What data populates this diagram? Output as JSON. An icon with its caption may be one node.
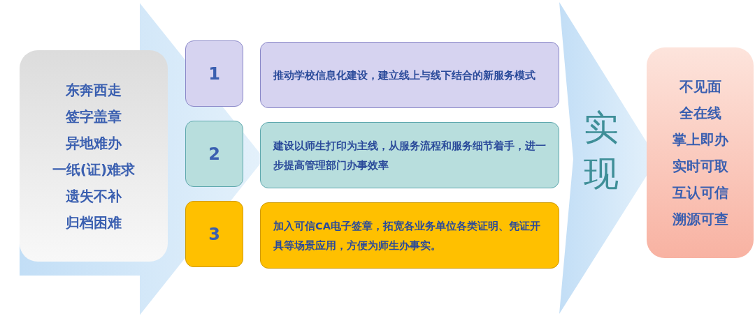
{
  "diagram": {
    "nodes": [
      {
        "text": [
          "东奔西走",
          "签字盖章",
          "异地难办",
          "一纸(证)难求",
          "遗失不补",
          "归档困难"
        ]
      },
      {
        "text": [
          "1"
        ]
      },
      {
        "text": [
          "推动学校信息化建设，建立线上与线下结合的新服务模式"
        ]
      },
      {
        "text": [
          "2"
        ]
      },
      {
        "text": [
          "建设以师生打印为主线，从服务流程和服务细节着手，进一步提高管理部门办事效率"
        ]
      },
      {
        "text": [
          "3"
        ]
      },
      {
        "text": [
          "加入可信CA电子签章，拓宽各业务单位各类证明、凭证开具等场景应用，方便为师生办事实。"
        ]
      },
      {
        "text": [
          "不见面",
          "全在线",
          "掌上即办",
          "实时可取",
          "互认可信",
          "溯源可查"
        ]
      }
    ],
    "edges": [
      {
        "from": 0,
        "to": 3,
        "arrow": "to"
      },
      {
        "from": 4,
        "to": 7,
        "arrow": "to",
        "label": "实现"
      }
    ]
  }
}
